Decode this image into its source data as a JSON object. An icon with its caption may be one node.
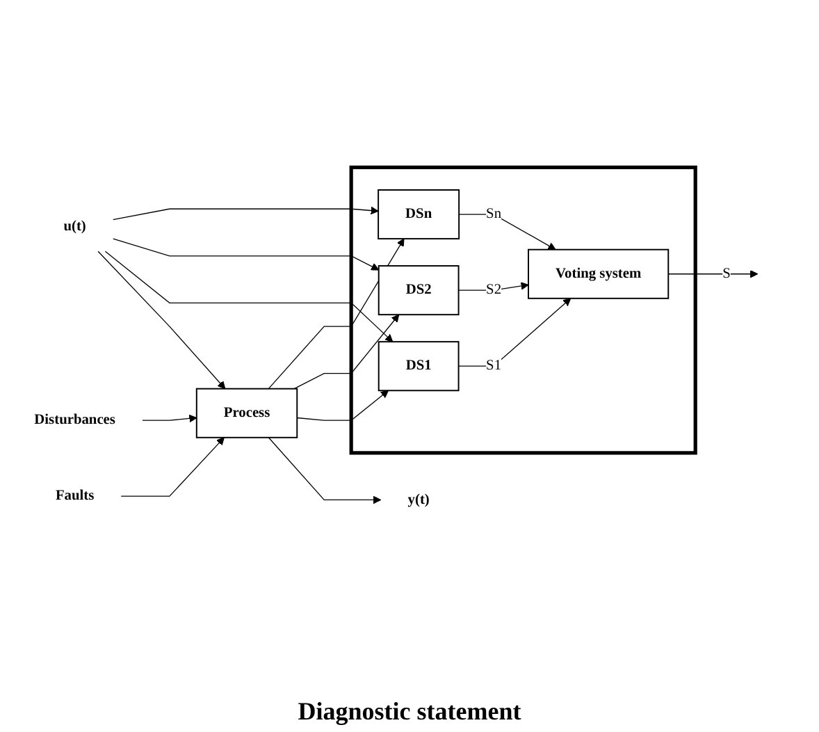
{
  "diagram": {
    "nodes": [
      {
        "text": [
          "Faults"
        ]
      },
      {
        "text": [
          "Disturbances"
        ]
      },
      {
        "text": [
          "u(t)"
        ]
      },
      {
        "text": [
          "Process"
        ]
      },
      {
        "text": [
          "y(t)"
        ]
      },
      {
        "text": [],
        "shape": "box"
      },
      {
        "text": [
          "DS1"
        ],
        "in": 5
      },
      {
        "text": [
          "DS2"
        ],
        "in": 5
      },
      {
        "text": [
          "DSn"
        ],
        "in": 5
      },
      {
        "text": [
          "Voting system"
        ],
        "in": 5
      }
    ],
    "edges": [
      {
        "from": 0,
        "to": 3,
        "arrow": "to"
      },
      {
        "from": 1,
        "to": 3,
        "arrow": "to"
      },
      {
        "from": 2,
        "to": 3,
        "arrow": "to"
      },
      {
        "from": 3,
        "to": 4,
        "arrow": "to"
      },
      {
        "from": 2,
        "to": 6,
        "arrow": "to"
      },
      {
        "from": 3,
        "to": 6,
        "arrow": "to"
      },
      {
        "from": 2,
        "to": 7,
        "arrow": "to"
      },
      {
        "from": 3,
        "to": 7,
        "arrow": "to"
      },
      {
        "from": 2,
        "to": 8,
        "arrow": "to"
      },
      {
        "from": 3,
        "to": 8,
        "arrow": "to"
      },
      {
        "from": 6,
        "to": 9,
        "arrow": "to",
        "label": "S1"
      },
      {
        "from": 7,
        "to": 9,
        "arrow": "to",
        "label": "S2"
      },
      {
        "from": 8,
        "to": 9,
        "arrow": "to",
        "label": "Sn"
      },
      {
        "from": 9,
        "to": null,
        "arrow": "to",
        "label": "S"
      }
    ],
    "labels": [
      "Diagnostic statement"
    ]
  }
}
